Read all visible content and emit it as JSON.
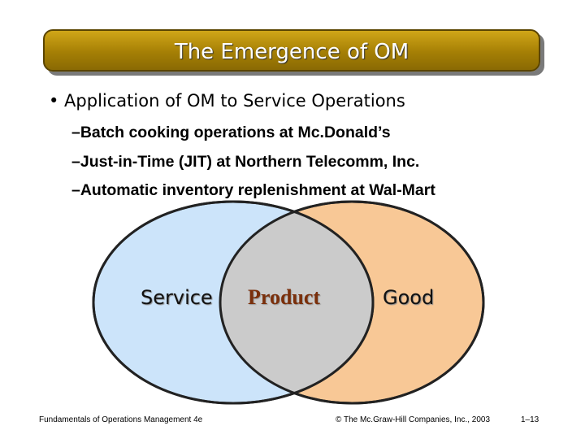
{
  "slide": {
    "title": "The Emergence of OM",
    "bullet": "• Application of OM to Service Operations",
    "sub_items": [
      "–Batch cooking operations at Mc.Donald’s",
      "–Just-in-Time (JIT) at Northern Telecomm, Inc.",
      "–Automatic inventory replenishment at Wal-Mart"
    ]
  },
  "venn": {
    "left_label": "Service",
    "center_label": "Product",
    "right_label": "Good",
    "colors": {
      "left_fill": "#cce4fa",
      "right_fill": "#f8c896",
      "overlap_fill": "#cbcbcb",
      "outline": "#222222"
    }
  },
  "footer": {
    "left": "Fundamentals of Operations Management 4e",
    "center": "© The Mc.Graw-Hill Companies, Inc., 2003",
    "right": "1–13"
  }
}
